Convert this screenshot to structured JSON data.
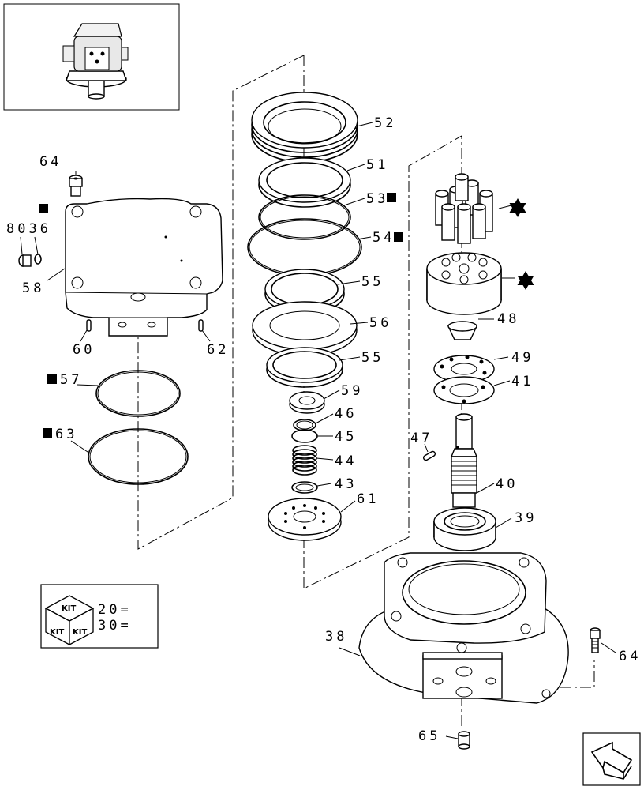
{
  "labels": {
    "p52": "52",
    "p51": "51",
    "p53": "53",
    "p54": "54",
    "p55a": "55",
    "p56": "56",
    "p55b": "55",
    "p59": "59",
    "p46": "46",
    "p45": "45",
    "p44": "44",
    "p43": "43",
    "p61": "61",
    "p64a": "64",
    "p8036": "8036",
    "p58": "58",
    "p60": "60",
    "p62": "62",
    "p57": "57",
    "p63": "63",
    "p48": "48",
    "p49": "49",
    "p41": "41",
    "p47": "47",
    "p40": "40",
    "p39": "39",
    "p38": "38",
    "p64b": "64",
    "p65": "65"
  },
  "kit": {
    "box_text": "KIT",
    "legend_square": "20=",
    "legend_star": "30="
  },
  "icons": [
    "kit-box-icon",
    "square-marker-icon",
    "star-marker-icon",
    "navigation-arrow-icon",
    "assembly-thumbnail"
  ]
}
